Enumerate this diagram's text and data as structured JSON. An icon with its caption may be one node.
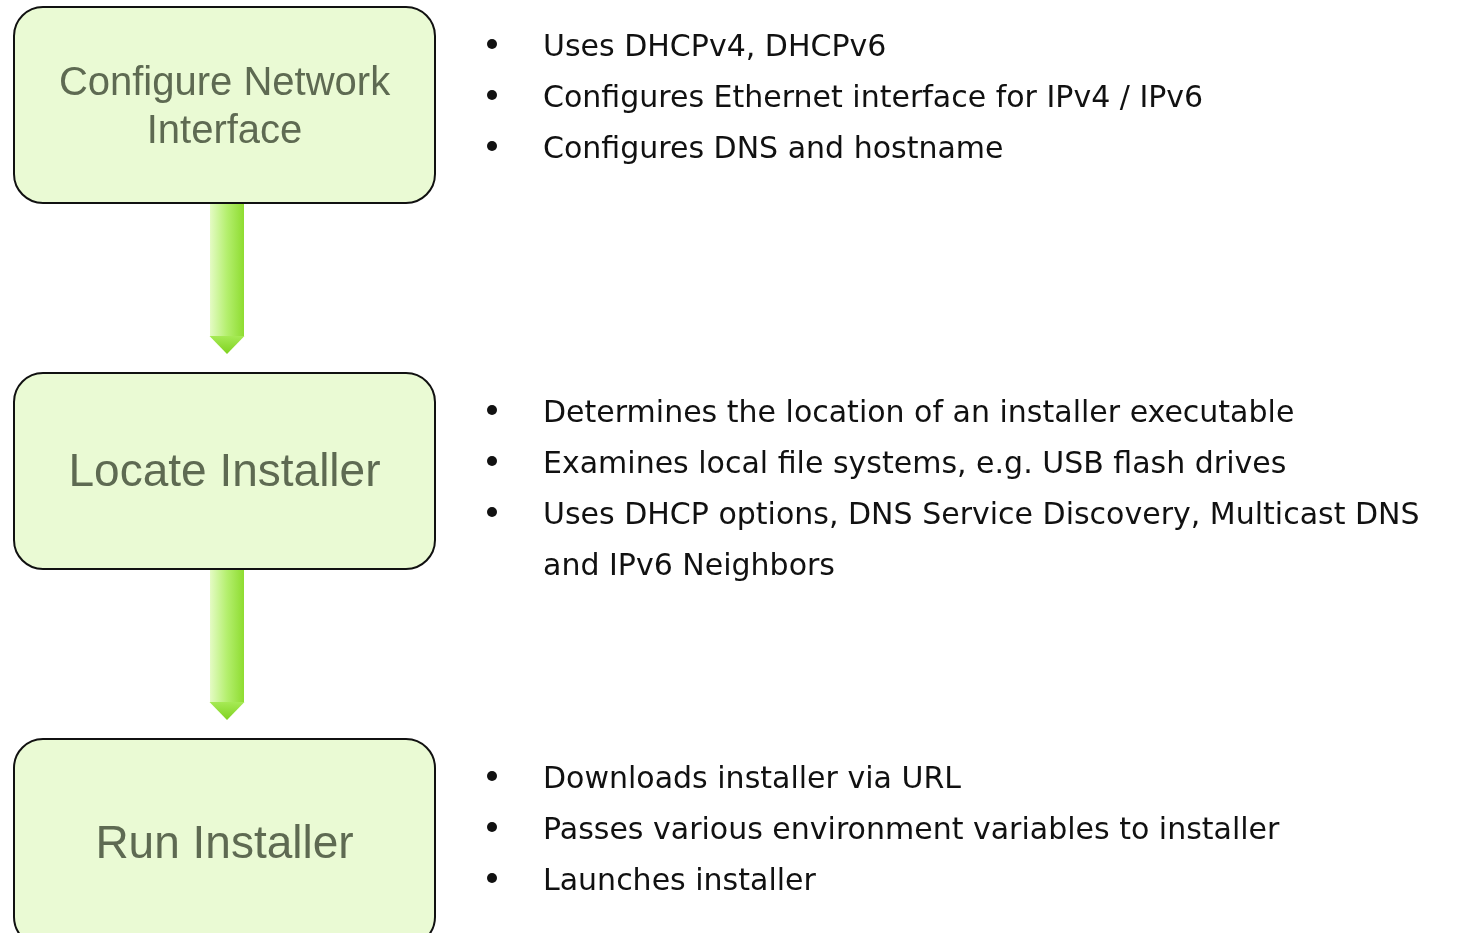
{
  "diagram": {
    "nodes": [
      {
        "text": [
          "Configure Network Interface"
        ],
        "beside": [
          "Uses DHCPv4, DHCPv6",
          "Configures Ethernet interface for IPv4 / IPv6",
          "Configures DNS and hostname"
        ]
      },
      {
        "text": [
          "Locate Installer"
        ],
        "beside": [
          "Determines the location of an installer executable",
          "Examines local file systems, e.g. USB flash drives",
          "Uses DHCP options, DNS Service Discovery, Multicast DNS and IPv6 Neighbors"
        ]
      },
      {
        "text": [
          "Run Installer"
        ],
        "beside": [
          "Downloads installer via URL",
          "Passes various environment variables to installer",
          "Launches installer"
        ]
      }
    ],
    "edges": [
      {
        "from": 0,
        "to": 1,
        "arrow": "to"
      },
      {
        "from": 1,
        "to": 2,
        "arrow": "to"
      }
    ]
  }
}
